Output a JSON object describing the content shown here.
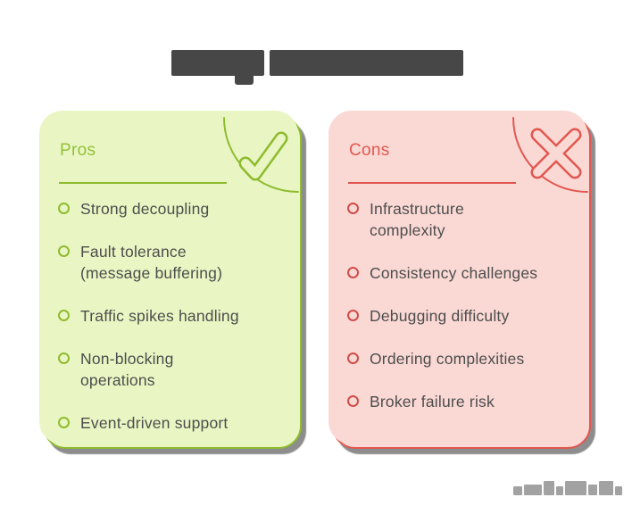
{
  "cards": {
    "pros": {
      "label": "Pros",
      "icon": "check-icon",
      "fill": "#e9f6c3",
      "border": "#8fbb2f",
      "label_color": "#94c03a",
      "bullet_color": "#8fbb2f",
      "items": [
        {
          "lines": [
            "Strong decoupling"
          ]
        },
        {
          "lines": [
            "Fault tolerance",
            "(message buffering)"
          ]
        },
        {
          "lines": [
            "Traffic spikes handling"
          ]
        },
        {
          "lines": [
            "Non-blocking",
            "operations"
          ]
        },
        {
          "lines": [
            "Event-driven support"
          ]
        }
      ]
    },
    "cons": {
      "label": "Cons",
      "icon": "x-icon",
      "fill": "#fad9d5",
      "border": "#e15750",
      "label_color": "#e15750",
      "bullet_color": "#d04c48",
      "items": [
        {
          "lines": [
            "Infrastructure",
            "complexity"
          ]
        },
        {
          "lines": [
            "Consistency challenges"
          ]
        },
        {
          "lines": [
            "Debugging difficulty"
          ]
        },
        {
          "lines": [
            "Ordering complexities"
          ]
        },
        {
          "lines": [
            "Broker failure risk"
          ]
        }
      ]
    }
  },
  "item_text_color": "#4d4d4d",
  "title_redacted": true,
  "watermark_redacted": true
}
